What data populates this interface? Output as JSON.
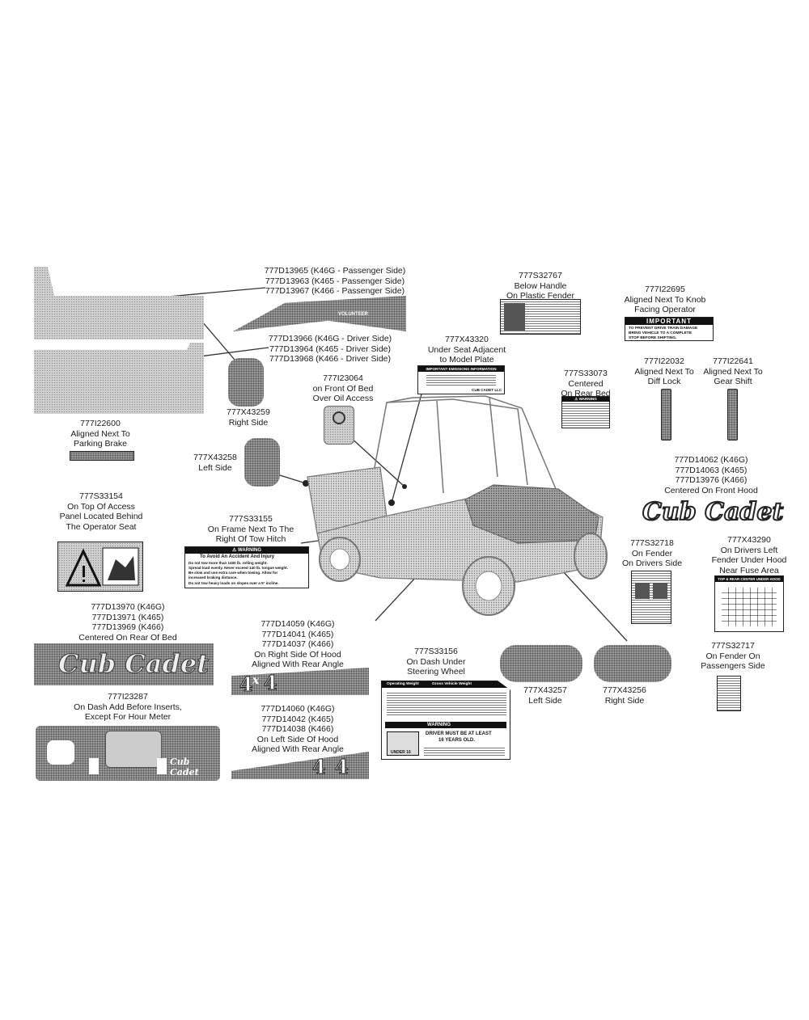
{
  "callouts": [
    {
      "key": "fender_passenger",
      "lines": [
        "777D13965 (K46G - Passenger Side)",
        "777D13963 (K465 - Passenger Side)",
        "777D13967 (K466 - Passenger Side)"
      ]
    },
    {
      "key": "fender_driver",
      "lines": [
        "777D13966 (K46G - Driver Side)",
        "777D13964 (K465 - Driver Side)",
        "777D13968 (K466 - Driver Side)"
      ]
    },
    {
      "key": "below_handle",
      "lines": [
        "777S32767",
        "Below Handle",
        "On Plastic Fender"
      ]
    },
    {
      "key": "knob",
      "lines": [
        "777I22695",
        "Aligned Next To Knob",
        "Facing Operator"
      ]
    },
    {
      "key": "emissions",
      "lines": [
        "777X43320",
        "Under Seat Adjacent",
        "to Model Plate"
      ]
    },
    {
      "key": "front_bed",
      "lines": [
        "777I23064",
        "on Front Of Bed",
        "Over Oil Access"
      ]
    },
    {
      "key": "rear_bed",
      "lines": [
        "777S33073",
        "Centered",
        "On Rear Bed"
      ]
    },
    {
      "key": "diff_lock",
      "lines": [
        "777I22032",
        "Aligned Next To",
        "Diff Lock"
      ]
    },
    {
      "key": "gear_shift",
      "lines": [
        "777I22641",
        "Aligned Next To",
        "Gear Shift"
      ]
    },
    {
      "key": "right_side_mirror",
      "lines": [
        "777X43259",
        "Right Side"
      ]
    },
    {
      "key": "parking_brake",
      "lines": [
        "777I22600",
        "Aligned Next To",
        "Parking Brake"
      ]
    },
    {
      "key": "left_side_mirror",
      "lines": [
        "777X43258",
        "Left Side"
      ]
    },
    {
      "key": "front_hood",
      "lines": [
        "777D14062 (K46G)",
        "777D14063 (K465)",
        "777D13976 (K466)",
        "Centered On Front Hood"
      ]
    },
    {
      "key": "access_panel",
      "lines": [
        "777S33154",
        "On Top Of Access",
        "Panel Located Behind",
        "The Operator Seat"
      ]
    },
    {
      "key": "tow_hitch",
      "lines": [
        "777S33155",
        "On Frame Next  To The",
        "Right Of Tow Hitch"
      ]
    },
    {
      "key": "drivers_side",
      "lines": [
        "777S32718",
        "On Fender",
        "On Drivers Side"
      ]
    },
    {
      "key": "fuse_area",
      "lines": [
        "777X43290",
        "On Drivers Left",
        "Fender Under Hood",
        "Near Fuse Area"
      ]
    },
    {
      "key": "rear_of_bed",
      "lines": [
        "777D13970 (K46G)",
        "777D13971 (K465)",
        "777D13969 (K466)",
        "Centered On Rear Of Bed"
      ]
    },
    {
      "key": "hood_right",
      "lines": [
        "777D14059 (K46G)",
        "777D14041 (K465)",
        "777D14037 (K466)",
        "On Right Side Of Hood",
        "Aligned With Rear Angle"
      ]
    },
    {
      "key": "steering_wheel",
      "lines": [
        "777S33156",
        "On Dash Under",
        "Steering Wheel"
      ]
    },
    {
      "key": "passengers_side",
      "lines": [
        "777S32717",
        "On Fender On",
        "Passengers Side"
      ]
    },
    {
      "key": "left_side_panel",
      "lines": [
        "777X43257",
        "Left Side"
      ]
    },
    {
      "key": "right_side_panel",
      "lines": [
        "777X43256",
        "Right Side"
      ]
    },
    {
      "key": "dash",
      "lines": [
        "777I23287",
        "On Dash Add Before Inserts,",
        "Except For Hour Meter"
      ]
    },
    {
      "key": "hood_left",
      "lines": [
        "777D14060 (K46G)",
        "777D14042 (K465)",
        "777D14038 (K466)",
        "On Left Side Of Hood",
        "Aligned With Rear Angle"
      ]
    }
  ],
  "decals": {
    "volunteer": "VOLUNTEER",
    "important_title": "IMPORTANT",
    "important_lines": [
      "TO PREVENT DRIVE TRAIN DAMAGE",
      "BRING VEHICLE TO A COMPLETE",
      "STOP BEFORE SHIFTING."
    ],
    "emissions_title": "IMPORTANT EMISSIONS INFORMATION",
    "emissions_footer": "CUB CADET LLC",
    "warning": "WARNING",
    "tow_title": "To Avoid An Accident And Injury",
    "tow_lines": [
      "Do not tow more than 1400 lb. rolling weight.",
      "Spread load evenly. Never exceed 140 lb. tongue weight.",
      "Be slow and use extra care when towing. Allow for",
      "increased braking distance.",
      "Do not tow heavy loads on slopes over a 5° incline."
    ],
    "fuse_title": "TOP & REAR CENTER UNDER HOOD",
    "operating_weight": "Operating Weight",
    "gross_weight": "Gross Vehicle Weight",
    "age_warning": [
      "DRIVER MUST BE AT LEAST",
      "16 YEARS OLD."
    ],
    "under16": "UNDER 16",
    "brand": "Cub Cadet",
    "four": "4",
    "four_x": "x"
  },
  "colors": {
    "ink": "#1a1a1a",
    "dot_fill": "#9a9a9a",
    "leader": "#333333"
  }
}
